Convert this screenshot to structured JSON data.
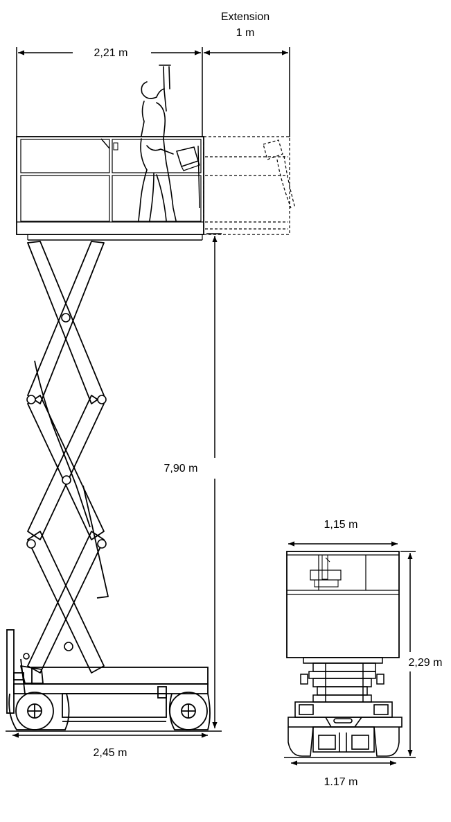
{
  "labels": {
    "extension_title": "Extension",
    "extension_value": "1 m",
    "platform_length": "2,21 m",
    "platform_height": "7,90 m",
    "base_length": "2,45 m",
    "platform_width": "1,15 m",
    "stowed_height": "2,29 m",
    "base_width": "1.17 m"
  },
  "colors": {
    "line": "#000000",
    "background": "#ffffff"
  }
}
